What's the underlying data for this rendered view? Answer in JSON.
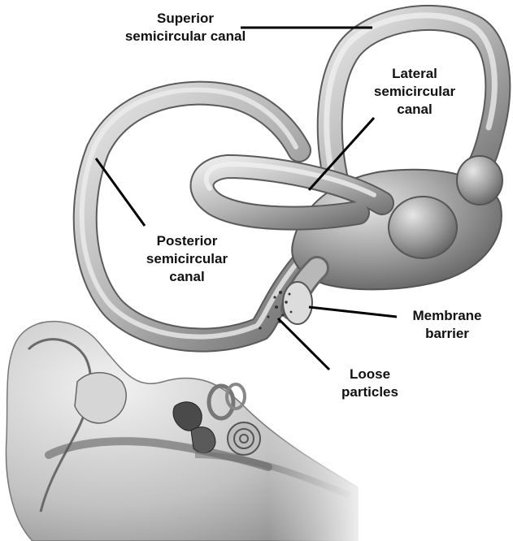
{
  "labels": {
    "superior": [
      "Superior",
      "semicircular canal"
    ],
    "lateral": [
      "Lateral",
      "semicircular",
      "canal"
    ],
    "posterior": [
      "Posterior",
      "semicircular",
      "canal"
    ],
    "membrane": [
      "Membrane",
      "barrier"
    ],
    "loose": [
      "Loose",
      "particles"
    ]
  }
}
